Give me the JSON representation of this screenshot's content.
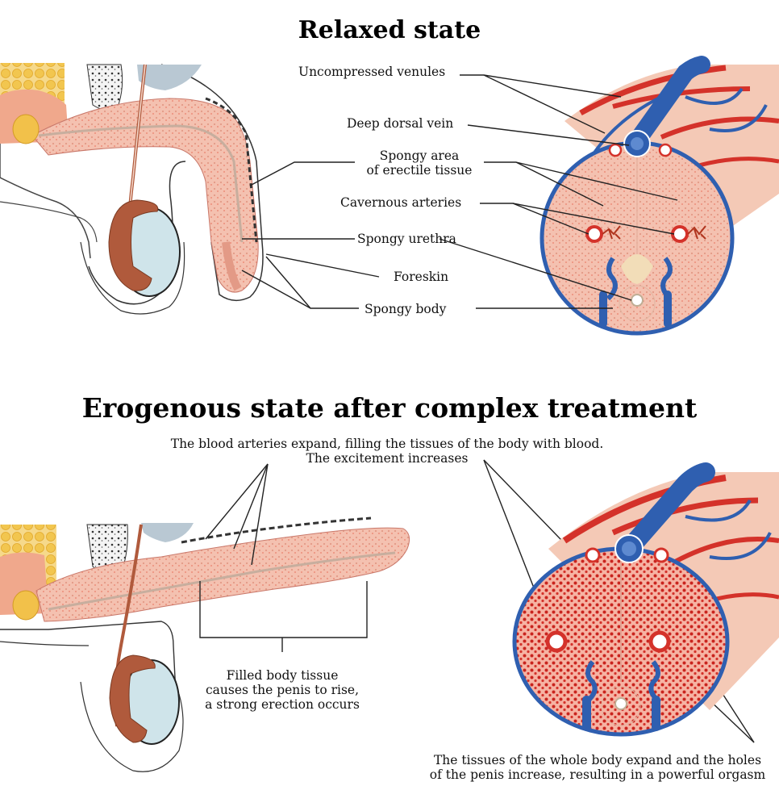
{
  "top": {
    "title": "Relaxed state",
    "labels": {
      "venules": "Uncompressed venules",
      "dorsal_vein": "Deep dorsal vein",
      "spongy_area_1": "Spongy area",
      "spongy_area_2": "of erectile tissue",
      "cavernous_arteries": "Cavernous arteries",
      "urethra": "Spongy urethra",
      "foreskin": "Foreskin",
      "spongy_body": "Spongy body"
    }
  },
  "bottom": {
    "title": "Erogenous state after complex treatment",
    "arteries_note_1": "The blood arteries expand, filling the tissues of the body with blood.",
    "arteries_note_2": "The excitement increases",
    "filled_1": "Filled body tissue",
    "filled_2": "causes the penis to rise,",
    "filled_3": "a strong erection occurs",
    "expand_1": "The tissues of the whole body expand and the holes",
    "expand_2": "of the penis increase, resulting in a powerful orgasm"
  },
  "colors": {
    "tissue": "#f4c4b4",
    "tissue_dark": "#e8a08a",
    "artery": "#d4322a",
    "vein": "#2f5fb0",
    "testis": "#cfe4ea",
    "epididymis": "#b05a3c",
    "fat": "#f3cf6b"
  }
}
